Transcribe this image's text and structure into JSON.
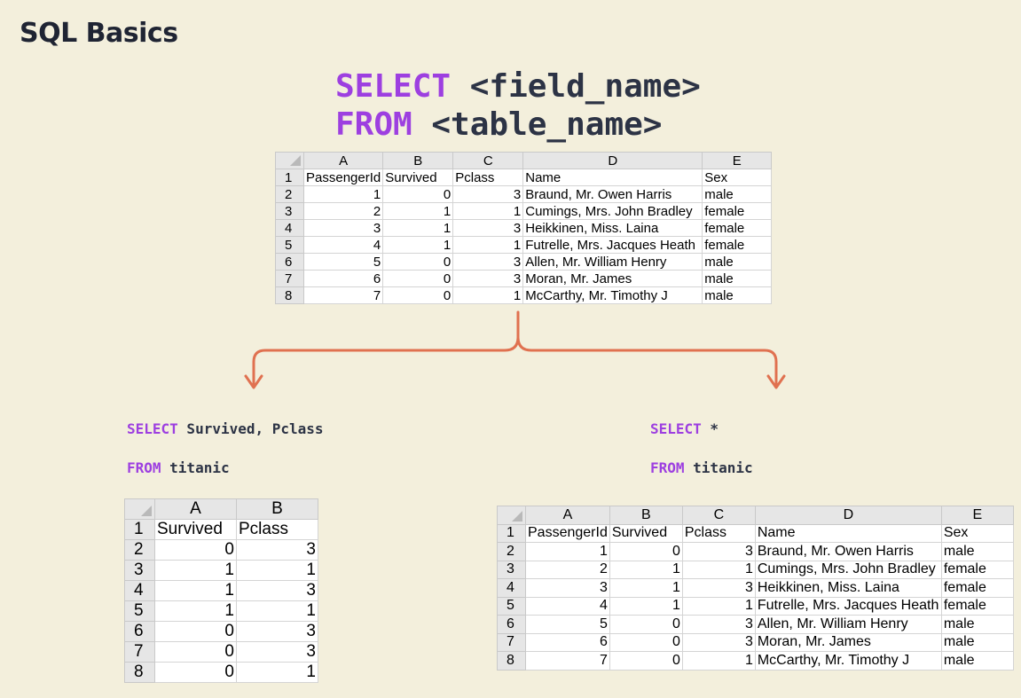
{
  "title": "SQL Basics",
  "main_query": {
    "select_kw": "SELECT",
    "select_rest": " <field_name>",
    "from_kw": "FROM",
    "from_rest": " <table_name>"
  },
  "left_query": {
    "select_kw": "SELECT",
    "select_rest": " Survived, Pclass",
    "from_kw": "FROM",
    "from_rest": " titanic"
  },
  "right_query": {
    "select_kw": "SELECT",
    "select_rest": " *",
    "from_kw": "FROM",
    "from_rest": " titanic"
  },
  "colors": {
    "keyword": "#9d3fe0",
    "arrow": "#e07150",
    "background": "#f3efdc"
  },
  "full_table": {
    "col_letters": [
      "A",
      "B",
      "C",
      "D",
      "E"
    ],
    "row_numbers": [
      "1",
      "2",
      "3",
      "4",
      "5",
      "6",
      "7",
      "8"
    ],
    "headers": [
      "PassengerId",
      "Survived",
      "Pclass",
      "Name",
      "Sex"
    ],
    "rows": [
      [
        "1",
        "0",
        "3",
        "Braund, Mr. Owen Harris",
        "male"
      ],
      [
        "2",
        "1",
        "1",
        "Cumings, Mrs. John Bradley",
        "female"
      ],
      [
        "3",
        "1",
        "3",
        "Heikkinen, Miss. Laina",
        "female"
      ],
      [
        "4",
        "1",
        "1",
        "Futrelle, Mrs. Jacques Heath",
        "female"
      ],
      [
        "5",
        "0",
        "3",
        "Allen, Mr. William Henry",
        "male"
      ],
      [
        "6",
        "0",
        "3",
        "Moran, Mr. James",
        "male"
      ],
      [
        "7",
        "0",
        "1",
        "McCarthy, Mr. Timothy J",
        "male"
      ]
    ]
  },
  "subset_table": {
    "col_letters": [
      "A",
      "B"
    ],
    "row_numbers": [
      "1",
      "2",
      "3",
      "4",
      "5",
      "6",
      "7",
      "8"
    ],
    "headers": [
      "Survived",
      "Pclass"
    ],
    "rows": [
      [
        "0",
        "3"
      ],
      [
        "1",
        "1"
      ],
      [
        "1",
        "3"
      ],
      [
        "1",
        "1"
      ],
      [
        "0",
        "3"
      ],
      [
        "0",
        "3"
      ],
      [
        "0",
        "1"
      ]
    ]
  }
}
